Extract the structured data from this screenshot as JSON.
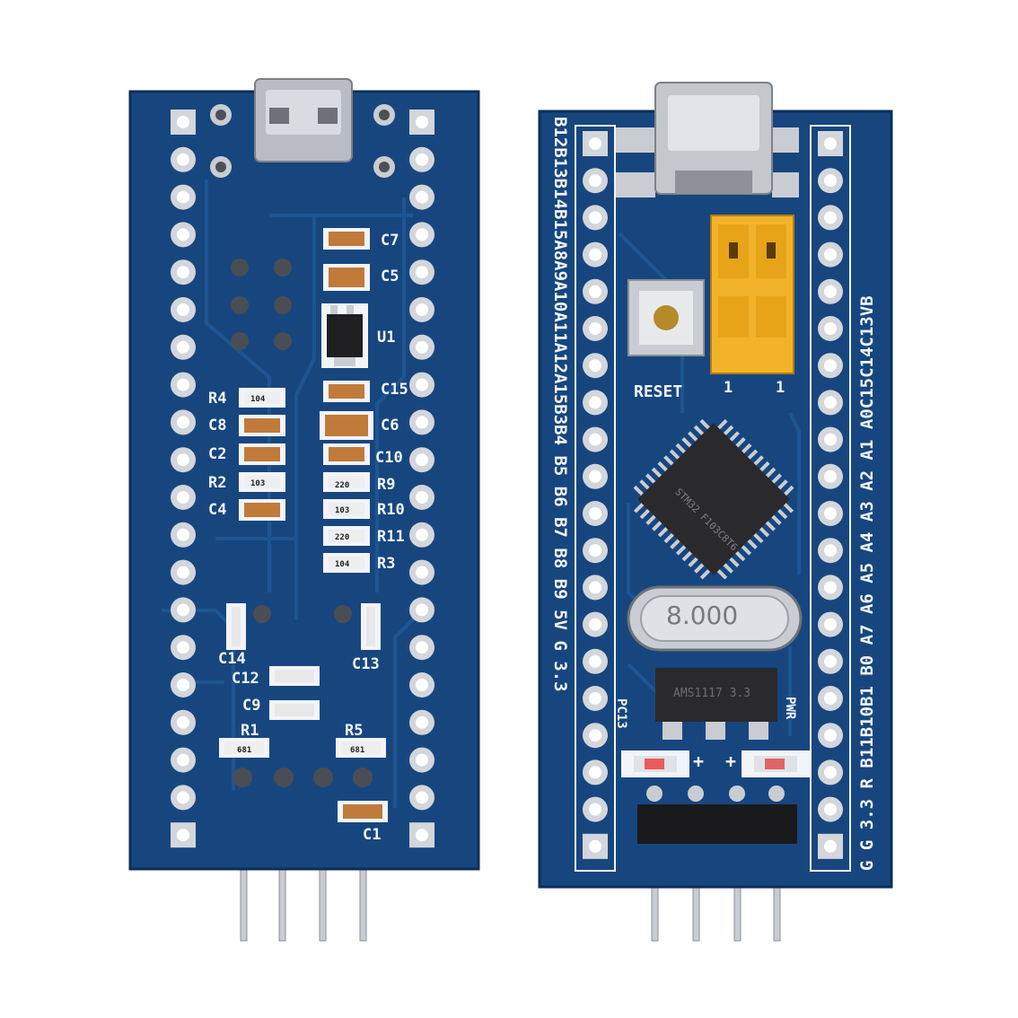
{
  "scene": {
    "colors": {
      "pcb": "#17467f",
      "pcb_dark": "#0e3563",
      "trace": "#1d5592",
      "silkscreen": "#f2f4f8",
      "pad": "#c9cdd2",
      "header_yellow": "#f2b32a",
      "chip": "#2a2a2c"
    }
  },
  "back_board": {
    "labels": {
      "c7": "C7",
      "c5": "C5",
      "u1": "U1",
      "c15": "C15",
      "c6": "C6",
      "c10": "C10",
      "r9": "R9",
      "r10": "R10",
      "r11": "R11",
      "r3": "R3",
      "r4": "R4",
      "c8": "C8",
      "c2": "C2",
      "r2": "R2",
      "c4": "C4",
      "c14": "C14",
      "c13": "C13",
      "c12": "C12",
      "c9": "C9",
      "r1": "R1",
      "r5": "R5",
      "c1": "C1"
    },
    "resistor_codes": {
      "r4": "104",
      "r2": "103",
      "r9": "220",
      "r10": "103",
      "r11": "220",
      "r3": "104",
      "r1": "681",
      "r5": "681"
    }
  },
  "front_board": {
    "left_column_text": "B12B13B14B15A8A9A10A11A12A15B3B4 B5 B6 B7 B8 B9 5V G 3.3",
    "right_column_text": "G G 3.3 R B11B10B1 B0 A7 A6 A5 A4 A3 A2 A1 A0C15C14C13VB",
    "reset_label": "RESET",
    "jumper_mark_left": "1",
    "jumper_mark_right": "1",
    "crystal_label": "8.000",
    "pc13_label": "PC13",
    "pwr_label": "PWR",
    "led_plus_left": "+",
    "led_plus_right": "+",
    "mcu_marking": "STM32 F103C8T6",
    "regulator_marking": "AMS1117 3.3"
  }
}
